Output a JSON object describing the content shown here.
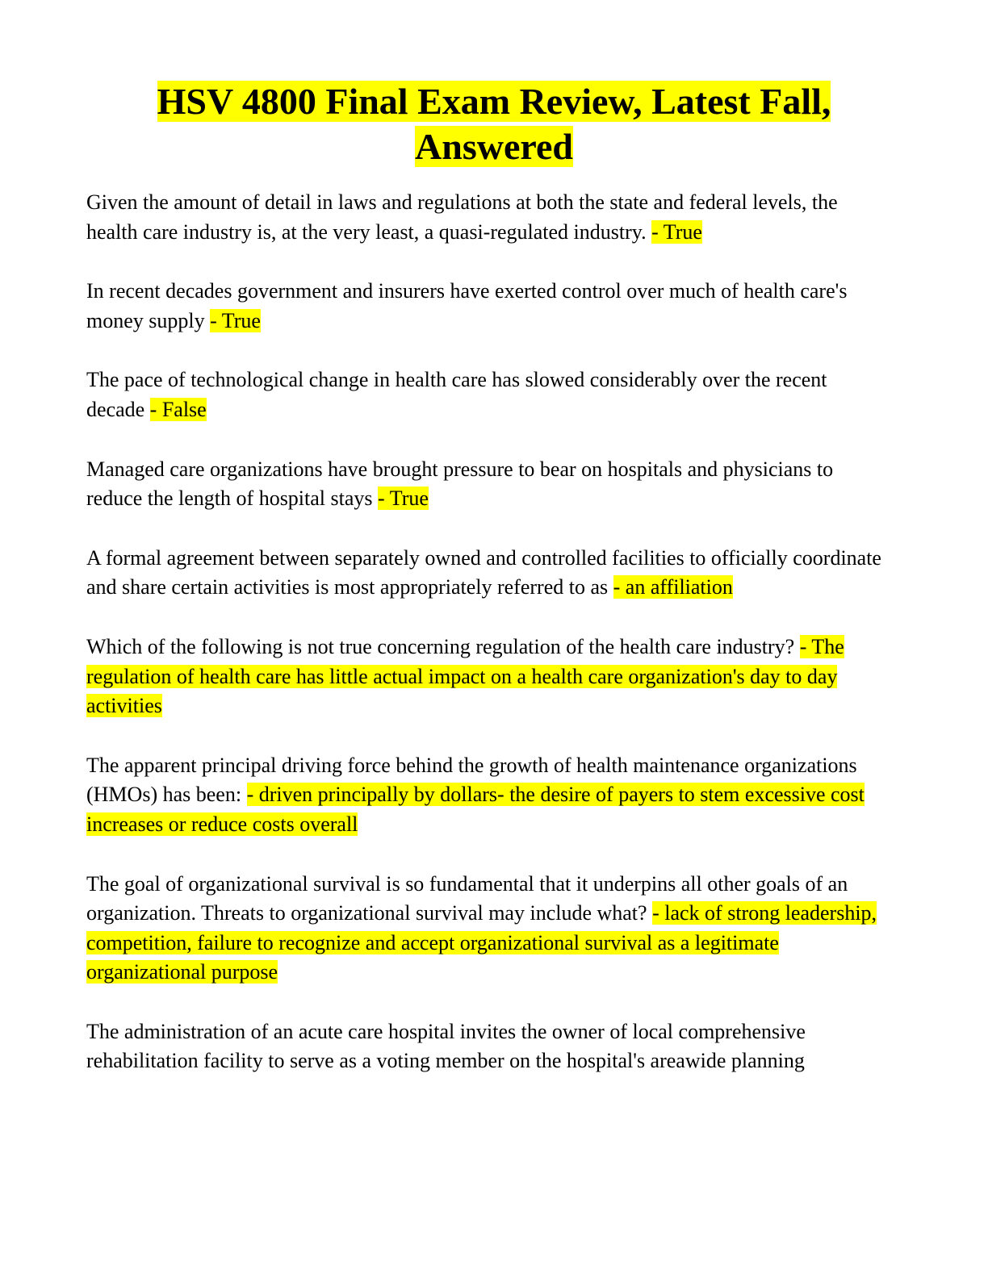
{
  "document": {
    "title_line1": "HSV 4800 Final Exam Review, Latest Fall,",
    "title_line2": "Answered",
    "highlight_color": "#ffff00",
    "items": [
      {
        "question": "Given the amount of detail in laws and regulations at both the state and federal levels, the health care industry is, at the very least, a quasi-regulated industry.",
        "answer": "- True"
      },
      {
        "question": "In recent decades government and insurers have exerted control over much of health care's money supply",
        "answer": "- True"
      },
      {
        "question": "The pace of technological change in health care has slowed considerably over the recent decade",
        "answer": "- False"
      },
      {
        "question": "Managed care organizations have brought pressure to bear on hospitals and physicians to reduce the length of hospital stays",
        "answer": "- True"
      },
      {
        "question": "A formal agreement between separately owned and controlled facilities to officially coordinate and share certain activities is most appropriately referred to as",
        "answer": "- an affiliation"
      },
      {
        "question": "Which of the following is not true concerning regulation of the health care industry?",
        "answer": "- The regulation of health care has little actual impact on a health care organization's day to day activities"
      },
      {
        "question": "The apparent principal driving force behind the growth of health maintenance organizations (HMOs) has been:",
        "answer": "- driven principally by dollars- the desire of payers to stem excessive cost increases or reduce costs overall"
      },
      {
        "question": "The goal of organizational survival is so fundamental that it underpins all other goals of an organization. Threats to organizational survival may include what?",
        "answer": "- lack of strong leadership, competition, failure to recognize and accept organizational survival as a legitimate organizational purpose"
      },
      {
        "question": "The administration of an acute care hospital invites the owner of local comprehensive rehabilitation facility to serve as a voting member on the hospital's areawide planning",
        "answer": ""
      }
    ]
  }
}
